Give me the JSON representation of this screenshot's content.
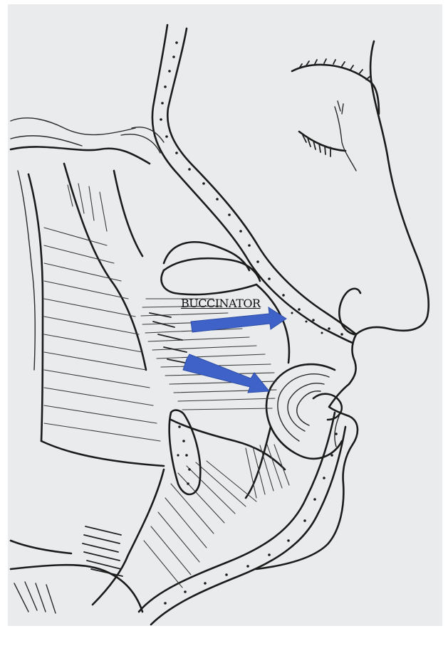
{
  "labels": {
    "muscle": "BUCCINATOR"
  },
  "colors": {
    "background": "#ffffff",
    "panel": "#e9ebec",
    "ink": "#1b1b1b",
    "arrow": "#3f62c8"
  },
  "arrows": [
    {
      "name": "upper-buccinator-arrow",
      "icon": "arrow-right"
    },
    {
      "name": "lower-buccinator-arrow",
      "icon": "arrow-down-right"
    }
  ]
}
